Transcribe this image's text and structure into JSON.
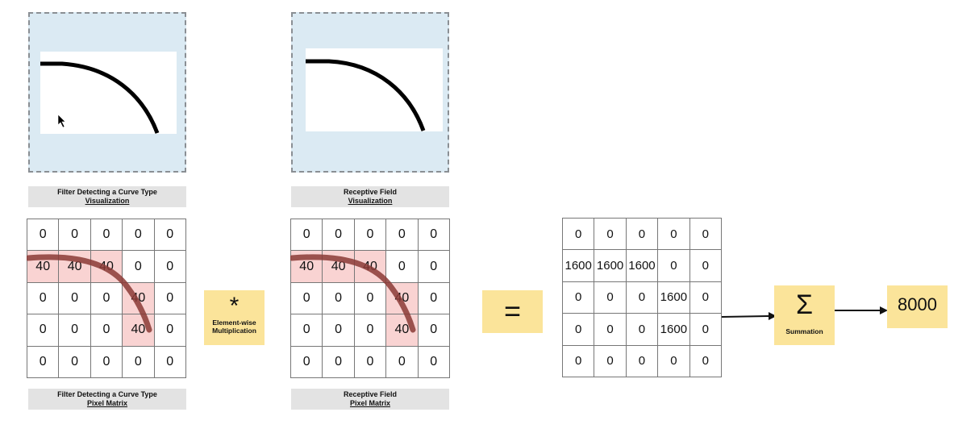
{
  "left": {
    "caption_line1": "Filter Detecting a Curve Type",
    "caption_line2": "Visualization",
    "matrix_caption_line1": "Filter Detecting a Curve Type",
    "matrix_caption_line2": "Pixel Matrix",
    "matrix": [
      [
        "0",
        "0",
        "0",
        "0",
        "0"
      ],
      [
        "40",
        "40",
        "40",
        "0",
        "0"
      ],
      [
        "0",
        "0",
        "0",
        "40",
        "0"
      ],
      [
        "0",
        "0",
        "0",
        "40",
        "0"
      ],
      [
        "0",
        "0",
        "0",
        "0",
        "0"
      ]
    ]
  },
  "middle": {
    "caption_line1": "Receptive Field",
    "caption_line2": "Visualization",
    "matrix_caption_line1": "Receptive Field",
    "matrix_caption_line2": "Pixel Matrix",
    "matrix": [
      [
        "0",
        "0",
        "0",
        "0",
        "0"
      ],
      [
        "40",
        "40",
        "40",
        "0",
        "0"
      ],
      [
        "0",
        "0",
        "0",
        "40",
        "0"
      ],
      [
        "0",
        "0",
        "0",
        "40",
        "0"
      ],
      [
        "0",
        "0",
        "0",
        "0",
        "0"
      ]
    ]
  },
  "multiply": {
    "symbol": "*",
    "label_line1": "Element-wise",
    "label_line2": "Multiplication"
  },
  "equals": {
    "symbol": "="
  },
  "result": {
    "matrix": [
      [
        "0",
        "0",
        "0",
        "0",
        "0"
      ],
      [
        "1600",
        "1600",
        "1600",
        "0",
        "0"
      ],
      [
        "0",
        "0",
        "0",
        "1600",
        "0"
      ],
      [
        "0",
        "0",
        "0",
        "1600",
        "0"
      ],
      [
        "0",
        "0",
        "0",
        "0",
        "0"
      ]
    ]
  },
  "summation": {
    "symbol": "Σ",
    "label": "Summation"
  },
  "output": {
    "value": "8000"
  },
  "highlighted_cells": [
    [
      1,
      0
    ],
    [
      1,
      1
    ],
    [
      1,
      2
    ],
    [
      2,
      3
    ],
    [
      3,
      3
    ]
  ],
  "colors": {
    "viz_bg": "#dbeaf3",
    "highlight": "#f9d3d2",
    "operator_bg": "#fbe49a",
    "curve": "#8b3a36"
  }
}
